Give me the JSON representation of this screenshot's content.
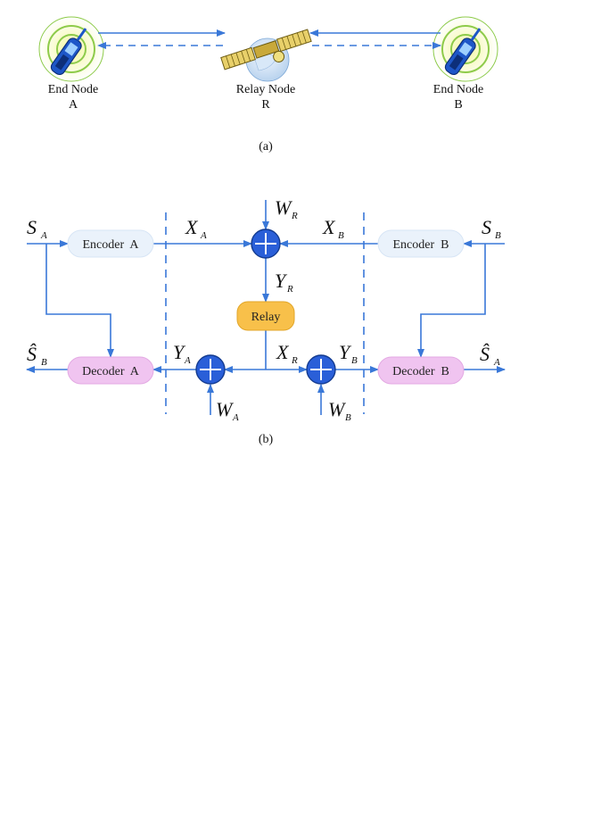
{
  "part_a": {
    "end_node_a": [
      "End Node",
      "A"
    ],
    "relay_node": [
      "Relay Node",
      "R"
    ],
    "end_node_b": [
      "End Node",
      "B"
    ],
    "caption": "(a)"
  },
  "part_b": {
    "caption": "(b)",
    "encoder_a": "Encoder  A",
    "encoder_b": "Encoder  B",
    "decoder_a": "Decoder  A",
    "decoder_b": "Decoder  B",
    "relay": "Relay",
    "symbols": {
      "S_A": [
        "S",
        "A"
      ],
      "S_B": [
        "S",
        "B"
      ],
      "X_A": [
        "X",
        "A"
      ],
      "X_B": [
        "X",
        "B"
      ],
      "W_R": [
        "W",
        "R"
      ],
      "Y_R": [
        "Y",
        "R"
      ],
      "X_R": [
        "X",
        "R"
      ],
      "Y_A": [
        "Y",
        "A"
      ],
      "Y_B": [
        "Y",
        "B"
      ],
      "W_A": [
        "W",
        "A"
      ],
      "W_B": [
        "W",
        "B"
      ],
      "Shat_B": [
        "Ŝ",
        "B"
      ],
      "Shat_A": [
        "Ŝ",
        "A"
      ]
    }
  },
  "colors": {
    "line": "#3a78d8",
    "encoder_fill": "#eaf2fb",
    "decoder_fill": "#f0c4f0",
    "relay_fill": "#f8c04a",
    "adder_fill": "#2a5fd8"
  }
}
